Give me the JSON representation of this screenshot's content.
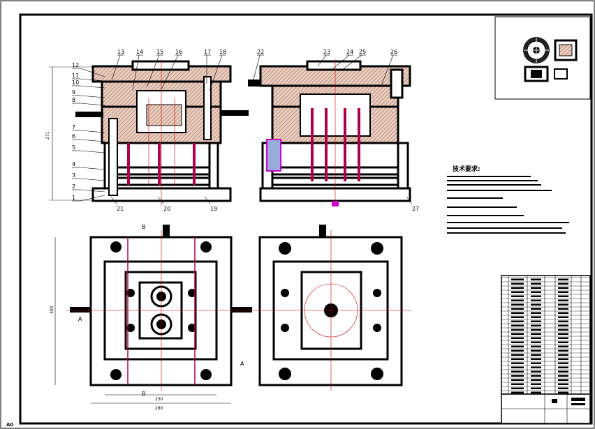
{
  "sheet_size": "A0",
  "part_numbers_top": [
    "13",
    "14",
    "15",
    "16",
    "17",
    "18",
    "22",
    "23",
    "24",
    "25",
    "26"
  ],
  "part_numbers_left": [
    "12",
    "11",
    "10",
    "9",
    "8",
    "7",
    "6",
    "5",
    "4",
    "3",
    "2",
    "1"
  ],
  "part_numbers_bottom": [
    "21",
    "20",
    "19",
    "27"
  ],
  "dimensions": {
    "height_front": "271",
    "height_plan": "300",
    "width_inner": "230",
    "width_outer": "280"
  },
  "section_labels": [
    "A",
    "A",
    "B",
    "B"
  ],
  "tech_requirements_title": "技术要求:",
  "colors": {
    "hatch": "#c9a08f",
    "outline": "#000000",
    "centerline": "#d00000",
    "pin": "#b0004a",
    "accent": "#cc00cc"
  }
}
